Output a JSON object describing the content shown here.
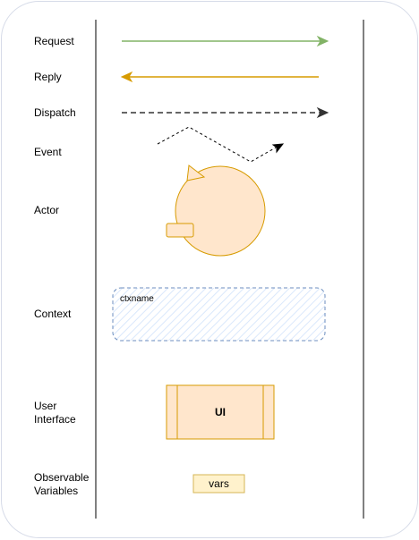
{
  "legend": {
    "rows": [
      {
        "key": "request",
        "label": "Request"
      },
      {
        "key": "reply",
        "label": "Reply"
      },
      {
        "key": "dispatch",
        "label": "Dispatch"
      },
      {
        "key": "event",
        "label": "Event"
      },
      {
        "key": "actor",
        "label": "Actor"
      },
      {
        "key": "context",
        "label": "Context"
      },
      {
        "key": "user_interface",
        "label_lines": [
          "User",
          "Interface"
        ]
      },
      {
        "key": "observable_variables",
        "label_lines": [
          "Observable",
          "Variables"
        ]
      }
    ]
  },
  "symbols": {
    "context_name": "ctxname",
    "ui_text": "UI",
    "vars_text": "vars"
  },
  "colors": {
    "request": "#82b366",
    "reply": "#d79b00",
    "dispatch": "#333333",
    "event": "#000000",
    "actor_fill": "#ffe6cc",
    "actor_stroke": "#d79b00",
    "context_fill": "#dae8fc",
    "context_stroke": "#6c8ebf",
    "ui_fill": "#ffe6cc",
    "ui_stroke": "#d79b00",
    "vars_fill": "#fff2cc",
    "vars_stroke": "#d6b656",
    "frame_stroke": "#d6dbe8"
  }
}
